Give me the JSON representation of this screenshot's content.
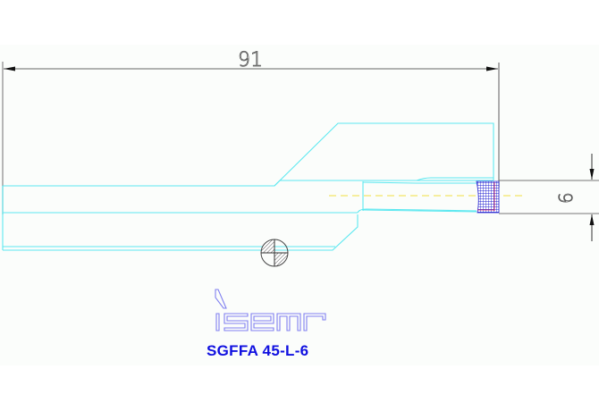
{
  "drawing": {
    "type": "technical-drawing",
    "subject": "grooving tool holder side view",
    "colors": {
      "outline": "#5ce8f0",
      "dimension": "#555555",
      "centerline": "#f0e040",
      "insert_hatch": "#2020d0",
      "insert_edge": "#d02060",
      "logo": "#8080f0",
      "model_text": "#1010e0",
      "section_symbol": "#444444"
    },
    "dimensions": {
      "overall_length": {
        "value": "91",
        "orientation": "horizontal"
      },
      "groove_width": {
        "value": "6",
        "orientation": "vertical"
      }
    },
    "logo": {
      "text": "iscar",
      "icon": "iscar-logo"
    },
    "model": {
      "label": "SGFFA  45-L-6"
    },
    "section_symbol": {
      "icon": "section-quadrant-symbol"
    }
  }
}
